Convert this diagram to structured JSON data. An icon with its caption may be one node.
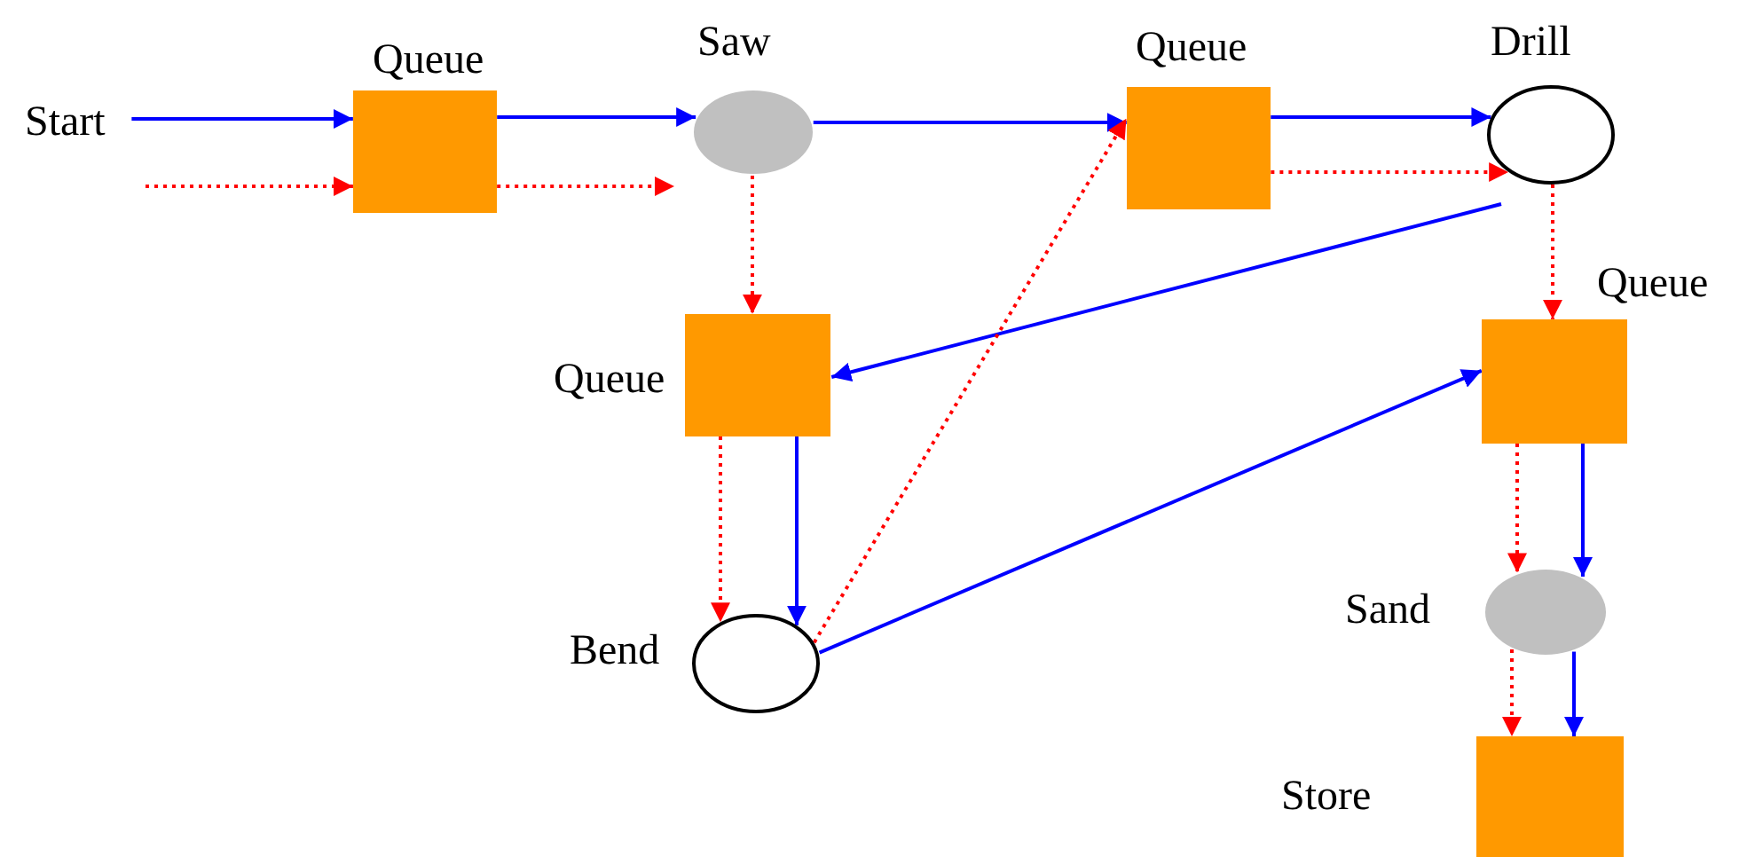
{
  "diagram": {
    "nodes": [
      {
        "text": [
          "Start"
        ]
      },
      {
        "text": [],
        "shape": "box",
        "beside": [
          "Queue"
        ]
      },
      {
        "text": [],
        "shape": "ellipse",
        "beside": [
          "Saw"
        ]
      },
      {
        "text": [],
        "shape": "box",
        "beside": [
          "Queue"
        ]
      },
      {
        "text": [],
        "shape": "ellipse",
        "beside": [
          "Drill"
        ]
      },
      {
        "text": [],
        "shape": "box",
        "beside": [
          "Queue"
        ]
      },
      {
        "text": [],
        "shape": "box",
        "beside": [
          "Queue"
        ]
      },
      {
        "text": [],
        "shape": "ellipse",
        "beside": [
          "Bend"
        ]
      },
      {
        "text": [],
        "shape": "ellipse",
        "beside": [
          "Sand"
        ]
      },
      {
        "text": [],
        "shape": "box",
        "beside": [
          "Store"
        ]
      }
    ],
    "edges": [
      {
        "from": 0,
        "to": 1,
        "arrow": "to",
        "color": "#0000ff"
      },
      {
        "from": null,
        "to": 1,
        "arrow": "to",
        "style": "dashed",
        "color": "#ff0000"
      },
      {
        "from": 1,
        "to": 2,
        "arrow": "to",
        "color": "#0000ff"
      },
      {
        "from": 1,
        "to": 2,
        "arrow": "to",
        "style": "dashed",
        "color": "#ff0000"
      },
      {
        "from": 2,
        "to": 3,
        "arrow": "to",
        "color": "#0000ff"
      },
      {
        "from": 2,
        "to": 5,
        "arrow": "to",
        "style": "dashed",
        "color": "#ff0000"
      },
      {
        "from": 3,
        "to": 4,
        "arrow": "to",
        "color": "#0000ff"
      },
      {
        "from": 3,
        "to": 4,
        "arrow": "to",
        "style": "dashed",
        "color": "#ff0000"
      },
      {
        "from": 4,
        "to": 5,
        "arrow": "to",
        "color": "#0000ff"
      },
      {
        "from": 4,
        "to": 6,
        "arrow": "to",
        "style": "dashed",
        "color": "#ff0000"
      },
      {
        "from": 5,
        "to": 7,
        "arrow": "to",
        "style": "dashed",
        "color": "#ff0000"
      },
      {
        "from": 5,
        "to": 7,
        "arrow": "to",
        "color": "#0000ff"
      },
      {
        "from": 7,
        "to": 3,
        "arrow": "to",
        "style": "dashed",
        "color": "#ff0000"
      },
      {
        "from": 7,
        "to": 6,
        "arrow": "to",
        "color": "#0000ff"
      },
      {
        "from": 6,
        "to": 8,
        "arrow": "to",
        "style": "dashed",
        "color": "#ff0000"
      },
      {
        "from": 6,
        "to": 8,
        "arrow": "to",
        "color": "#0000ff"
      },
      {
        "from": 8,
        "to": 9,
        "arrow": "to",
        "style": "dashed",
        "color": "#ff0000"
      },
      {
        "from": 8,
        "to": 9,
        "arrow": "to",
        "color": "#0000ff"
      }
    ]
  }
}
